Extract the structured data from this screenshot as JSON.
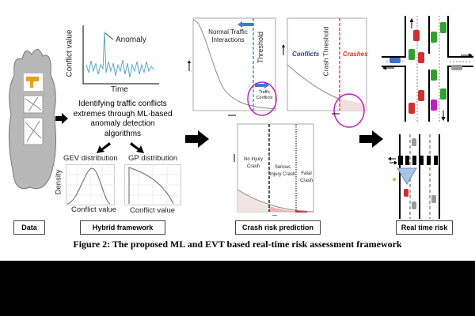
{
  "anomaly_plot": {
    "ylabel": "Conflict value",
    "xlabel": "Time",
    "annotation": "Anomaly"
  },
  "description": [
    "Identifying traffic conflicts",
    "extremes through ML-based",
    "anomaly detection algorithms"
  ],
  "gev": {
    "title": "GEV distribution",
    "ylabel": "Density",
    "xlabel": "Conflict value"
  },
  "gp": {
    "title": "GP distribution",
    "xlabel": "Conflict value"
  },
  "threshold_panel": {
    "normal": "Normal Traffic Interactions",
    "threshold": "Threshold",
    "conflicts": "Traffic Conflicts"
  },
  "crash_panel": {
    "conflicts": "Conflicts",
    "threshold": "Crash Threshold",
    "crashes": "Crashes"
  },
  "severity_panel": {
    "no_injury": "No Injury Crash",
    "serious": "Serious Injury Crash",
    "fatal": "Fatal Crash"
  },
  "labels": {
    "data": "Data",
    "hybrid": "Hybrid framework",
    "crash_risk": "Crash risk prediction",
    "real_time": "Real time risk"
  },
  "caption": "Figure 2: The proposed ML and EVT based real-time risk assessment framework",
  "colors": {
    "threshold_blue": "#3a7fc0",
    "threshold_red": "#e03020",
    "highlight": "#c020c0",
    "series": "#5aa8c8"
  }
}
